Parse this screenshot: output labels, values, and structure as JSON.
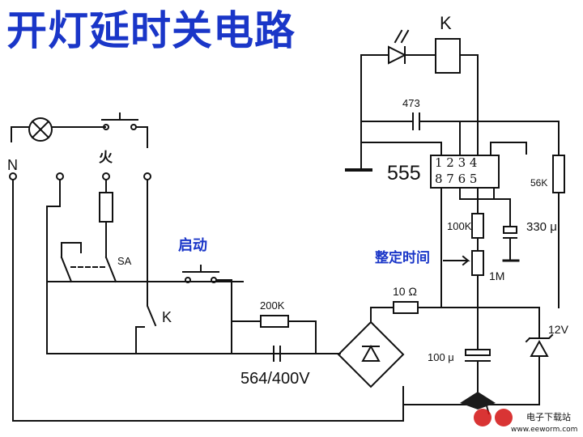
{
  "title": {
    "text": "开灯延时关电路",
    "color": "#1a36c8"
  },
  "labels": {
    "relay_top": "K",
    "cap_473": "473",
    "ic_555": "555",
    "pins_top": "1 2 3 4",
    "pins_bottom": "8 7 6 5",
    "r_56k": "56K",
    "r_100k": "100K",
    "c_330": "330 μ",
    "timing_label": "整定时间",
    "pot_1m": "1M",
    "neutral": "N",
    "fire": "火",
    "switch_sa": "SA",
    "start_label": "启动",
    "contact_k": "K",
    "r_200k": "200K",
    "r_10": "10 Ω",
    "c_100": "100 μ",
    "zener_12v": "12V",
    "cap_564": "564/400V"
  },
  "label_color_blue": "#1a36c8",
  "watermark": {
    "brand": "电子下载站",
    "url": "www.eeworm.com",
    "brand_color": "#d21010"
  },
  "icons": [
    "lamp-icon",
    "led-icon",
    "relay-coil-icon",
    "fuse-icon",
    "push-button-icon",
    "bridge-rectifier-icon",
    "zener-diode-icon",
    "ground-icon",
    "potentiometer-icon"
  ]
}
